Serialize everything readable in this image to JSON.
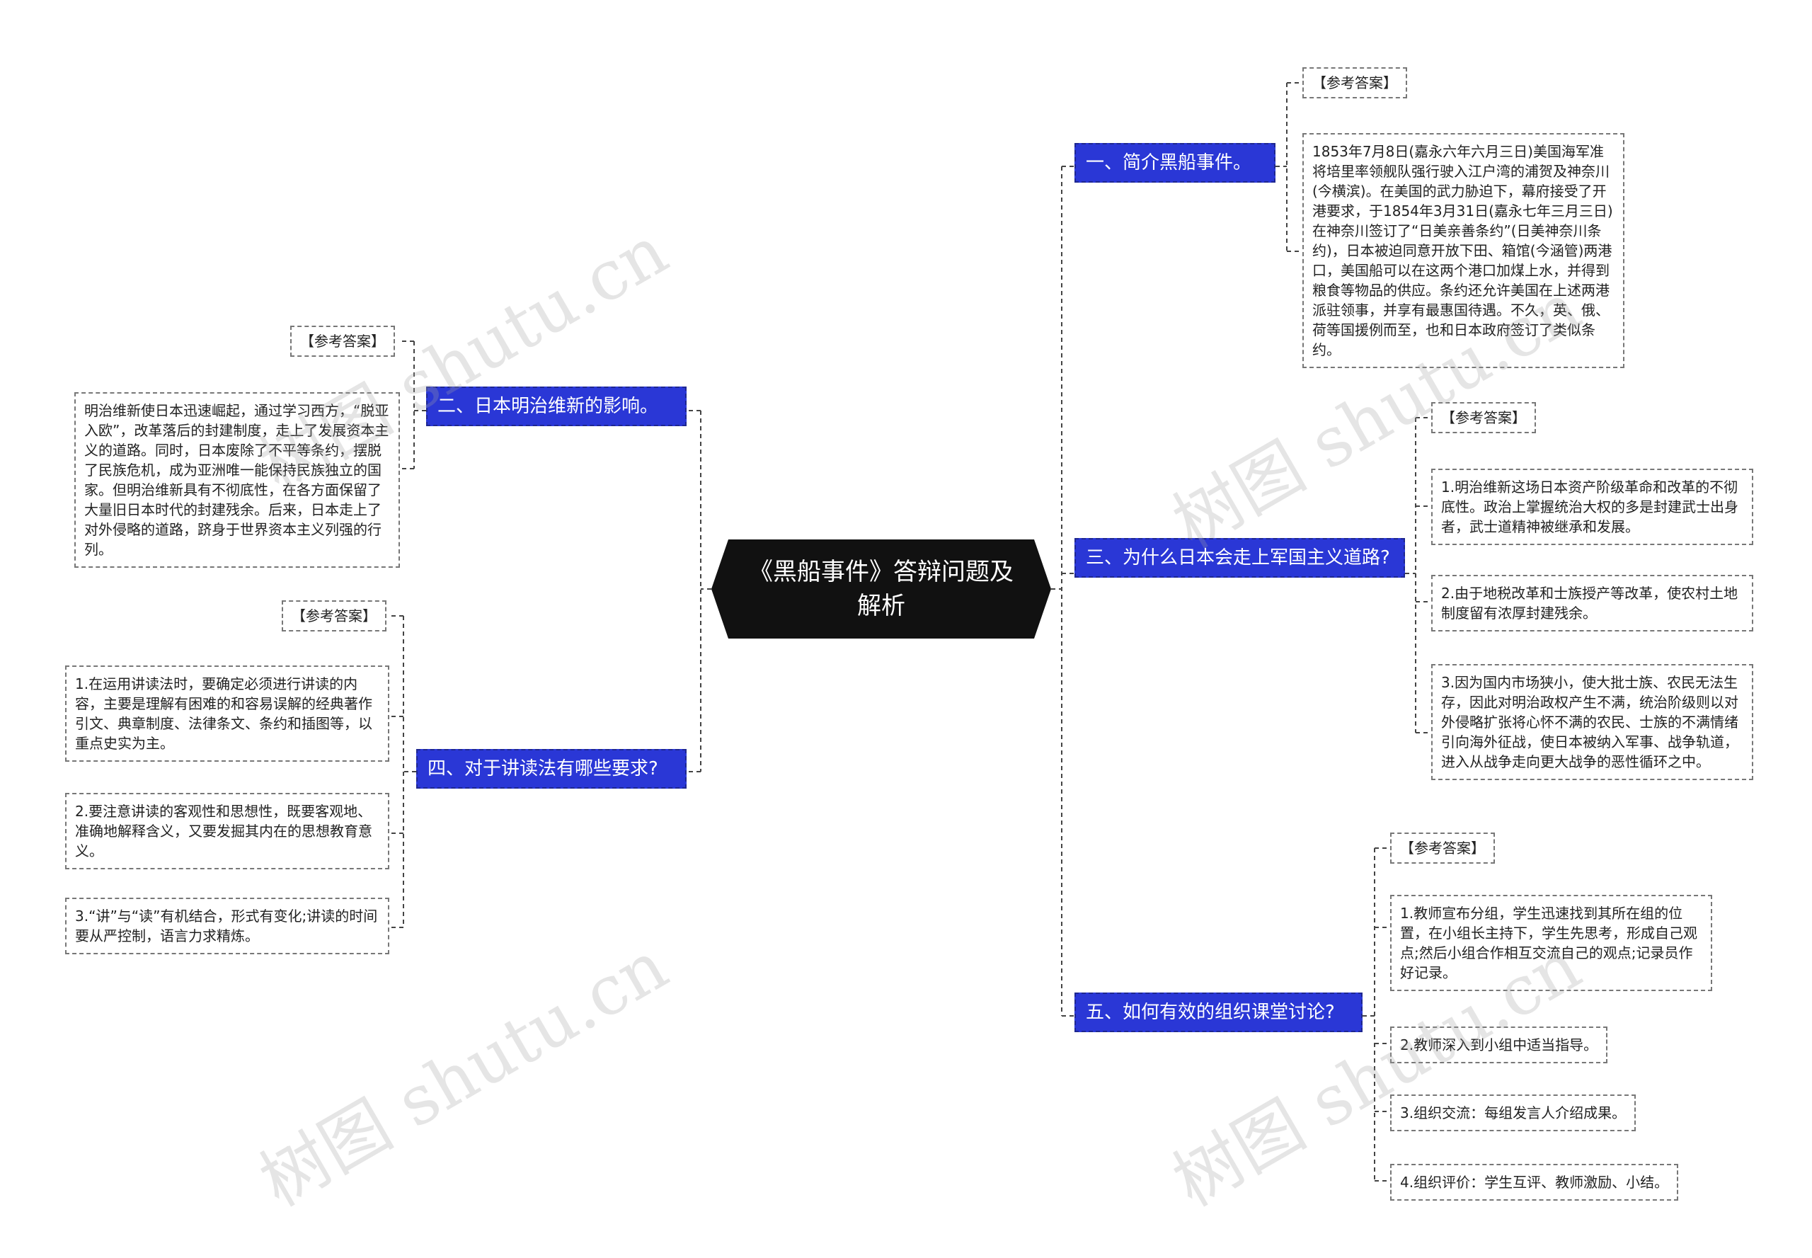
{
  "root": {
    "title": "《黑船事件》答辩问题及解析"
  },
  "branches": [
    {
      "title": "一、简介黑船事件。",
      "label": "【参考答案】",
      "items": [
        "1853年7月8日(嘉永六年六月三日)美国海军准将培里率领舰队强行驶入江户湾的浦贺及神奈川(今横滨)。在美国的武力胁迫下，幕府接受了开港要求，于1854年3月31日(嘉永七年三月三日)在神奈川签订了“日美亲善条约”(日美神奈川条约)，日本被迫同意开放下田、箱馆(今涵管)两港口，美国船可以在这两个港口加煤上水，并得到粮食等物品的供应。条约还允许美国在上述两港派驻领事，并享有最惠国待遇。不久，英、俄、荷等国援例而至，也和日本政府签订了类似条约。"
      ]
    },
    {
      "title": "二、日本明治维新的影响。",
      "label": "【参考答案】",
      "items": [
        "明治维新使日本迅速崛起，通过学习西方，“脱亚入欧”，改革落后的封建制度，走上了发展资本主义的道路。同时，日本废除了不平等条约，摆脱了民族危机，成为亚洲唯一能保持民族独立的国家。但明治维新具有不彻底性，在各方面保留了大量旧日本时代的封建残余。后来，日本走上了对外侵略的道路，跻身于世界资本主义列强的行列。"
      ]
    },
    {
      "title": "三、为什么日本会走上军国主义道路?",
      "label": "【参考答案】",
      "items": [
        "1.明治维新这场日本资产阶级革命和改革的不彻底性。政治上掌握统治大权的多是封建武士出身者，武士道精神被继承和发展。",
        "2.由于地税改革和士族授产等改革，使农村土地制度留有浓厚封建残余。",
        "3.因为国内市场狭小，使大批士族、农民无法生存，因此对明治政权产生不满，统治阶级则以对外侵略扩张将心怀不满的农民、士族的不满情绪引向海外征战，使日本被纳入军事、战争轨道，进入从战争走向更大战争的恶性循环之中。"
      ]
    },
    {
      "title": "四、对于讲读法有哪些要求?",
      "label": "【参考答案】",
      "items": [
        "1.在运用讲读法时，要确定必须进行讲读的内容，主要是理解有困难的和容易误解的经典著作引文、典章制度、法律条文、条约和插图等，以重点史实为主。",
        "2.要注意讲读的客观性和思想性，既要客观地、准确地解释含义，又要发掘其内在的思想教育意义。",
        "3.“讲”与“读”有机结合，形式有变化;讲读的时间要从严控制，语言力求精炼。"
      ]
    },
    {
      "title": "五、如何有效的组织课堂讨论?",
      "label": "【参考答案】",
      "items": [
        "1.教师宣布分组，学生迅速找到其所在组的位置，在小组长主持下，学生先思考，形成自己观点;然后小组合作相互交流自己的观点;记录员作好记录。",
        "2.教师深入到小组中适当指导。",
        "3.组织交流：每组发言人介绍成果。",
        "4.组织评价：学生互评、教师激励、小结。"
      ]
    }
  ],
  "watermark": "树图 shutu.cn"
}
